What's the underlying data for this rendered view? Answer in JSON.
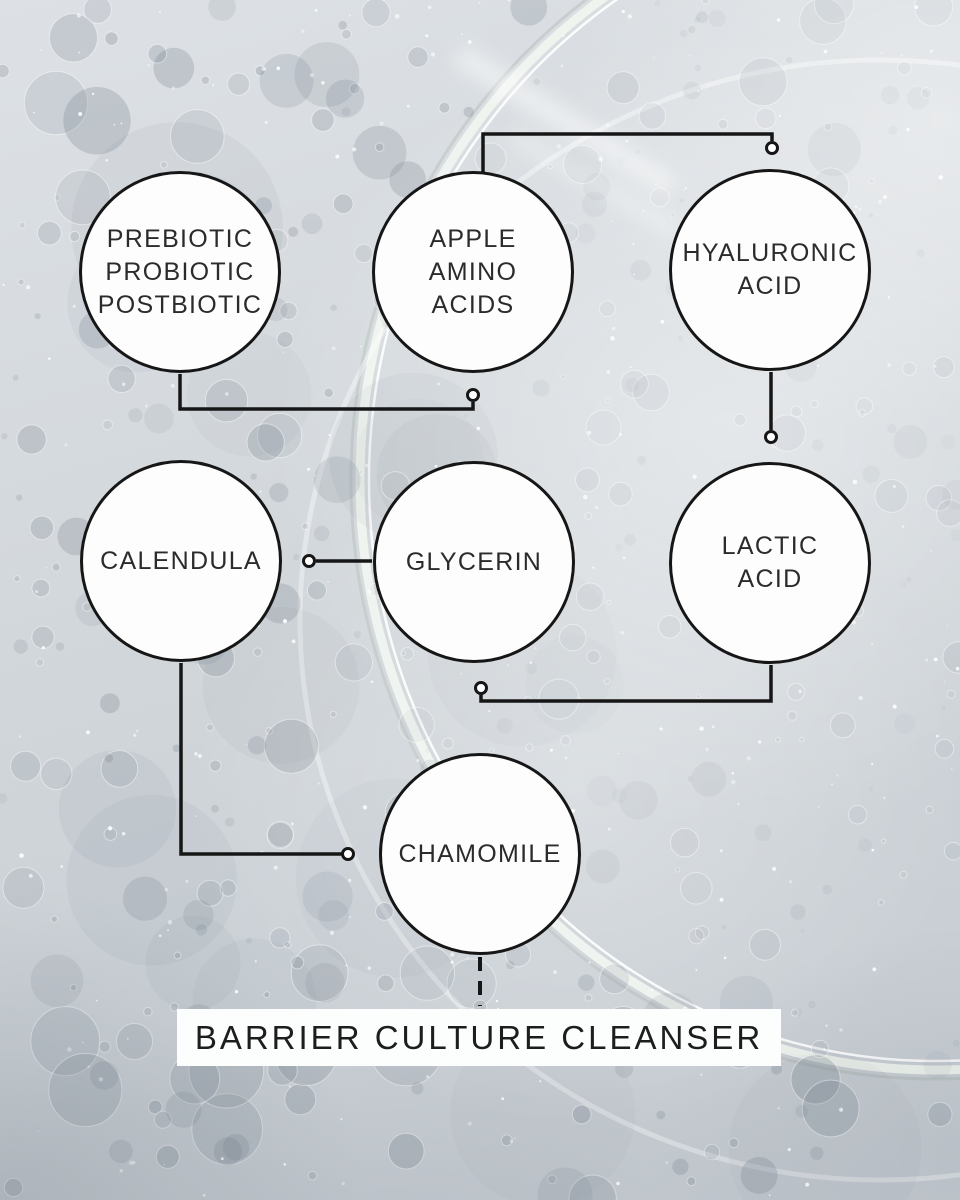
{
  "diagram": {
    "title": "BARRIER CULTURE CLEANSER",
    "line_color": "#161616",
    "node_fill": "#fdfdfe",
    "node_border": "#161616",
    "text_color": "#2b2b2b",
    "nodes": [
      {
        "id": "prebiotic-probiotic-postbiotic",
        "label": "PREBIOTIC\nPROBIOTIC\nPOSTBIOTIC"
      },
      {
        "id": "apple-amino-acids",
        "label": "APPLE\nAMINO\nACIDS"
      },
      {
        "id": "hyaluronic-acid",
        "label": "HYALURONIC\nACID"
      },
      {
        "id": "calendula",
        "label": "CALENDULA"
      },
      {
        "id": "glycerin",
        "label": "GLYCERIN"
      },
      {
        "id": "lactic-acid",
        "label": "LACTIC\nACID"
      },
      {
        "id": "chamomile",
        "label": "CHAMOMILE"
      }
    ],
    "background": {
      "style": "soap-foam-photo",
      "base_color": "#d3d8dc",
      "bubble_color": "#747e89",
      "dish_rim_color": "#e9efe7"
    }
  }
}
